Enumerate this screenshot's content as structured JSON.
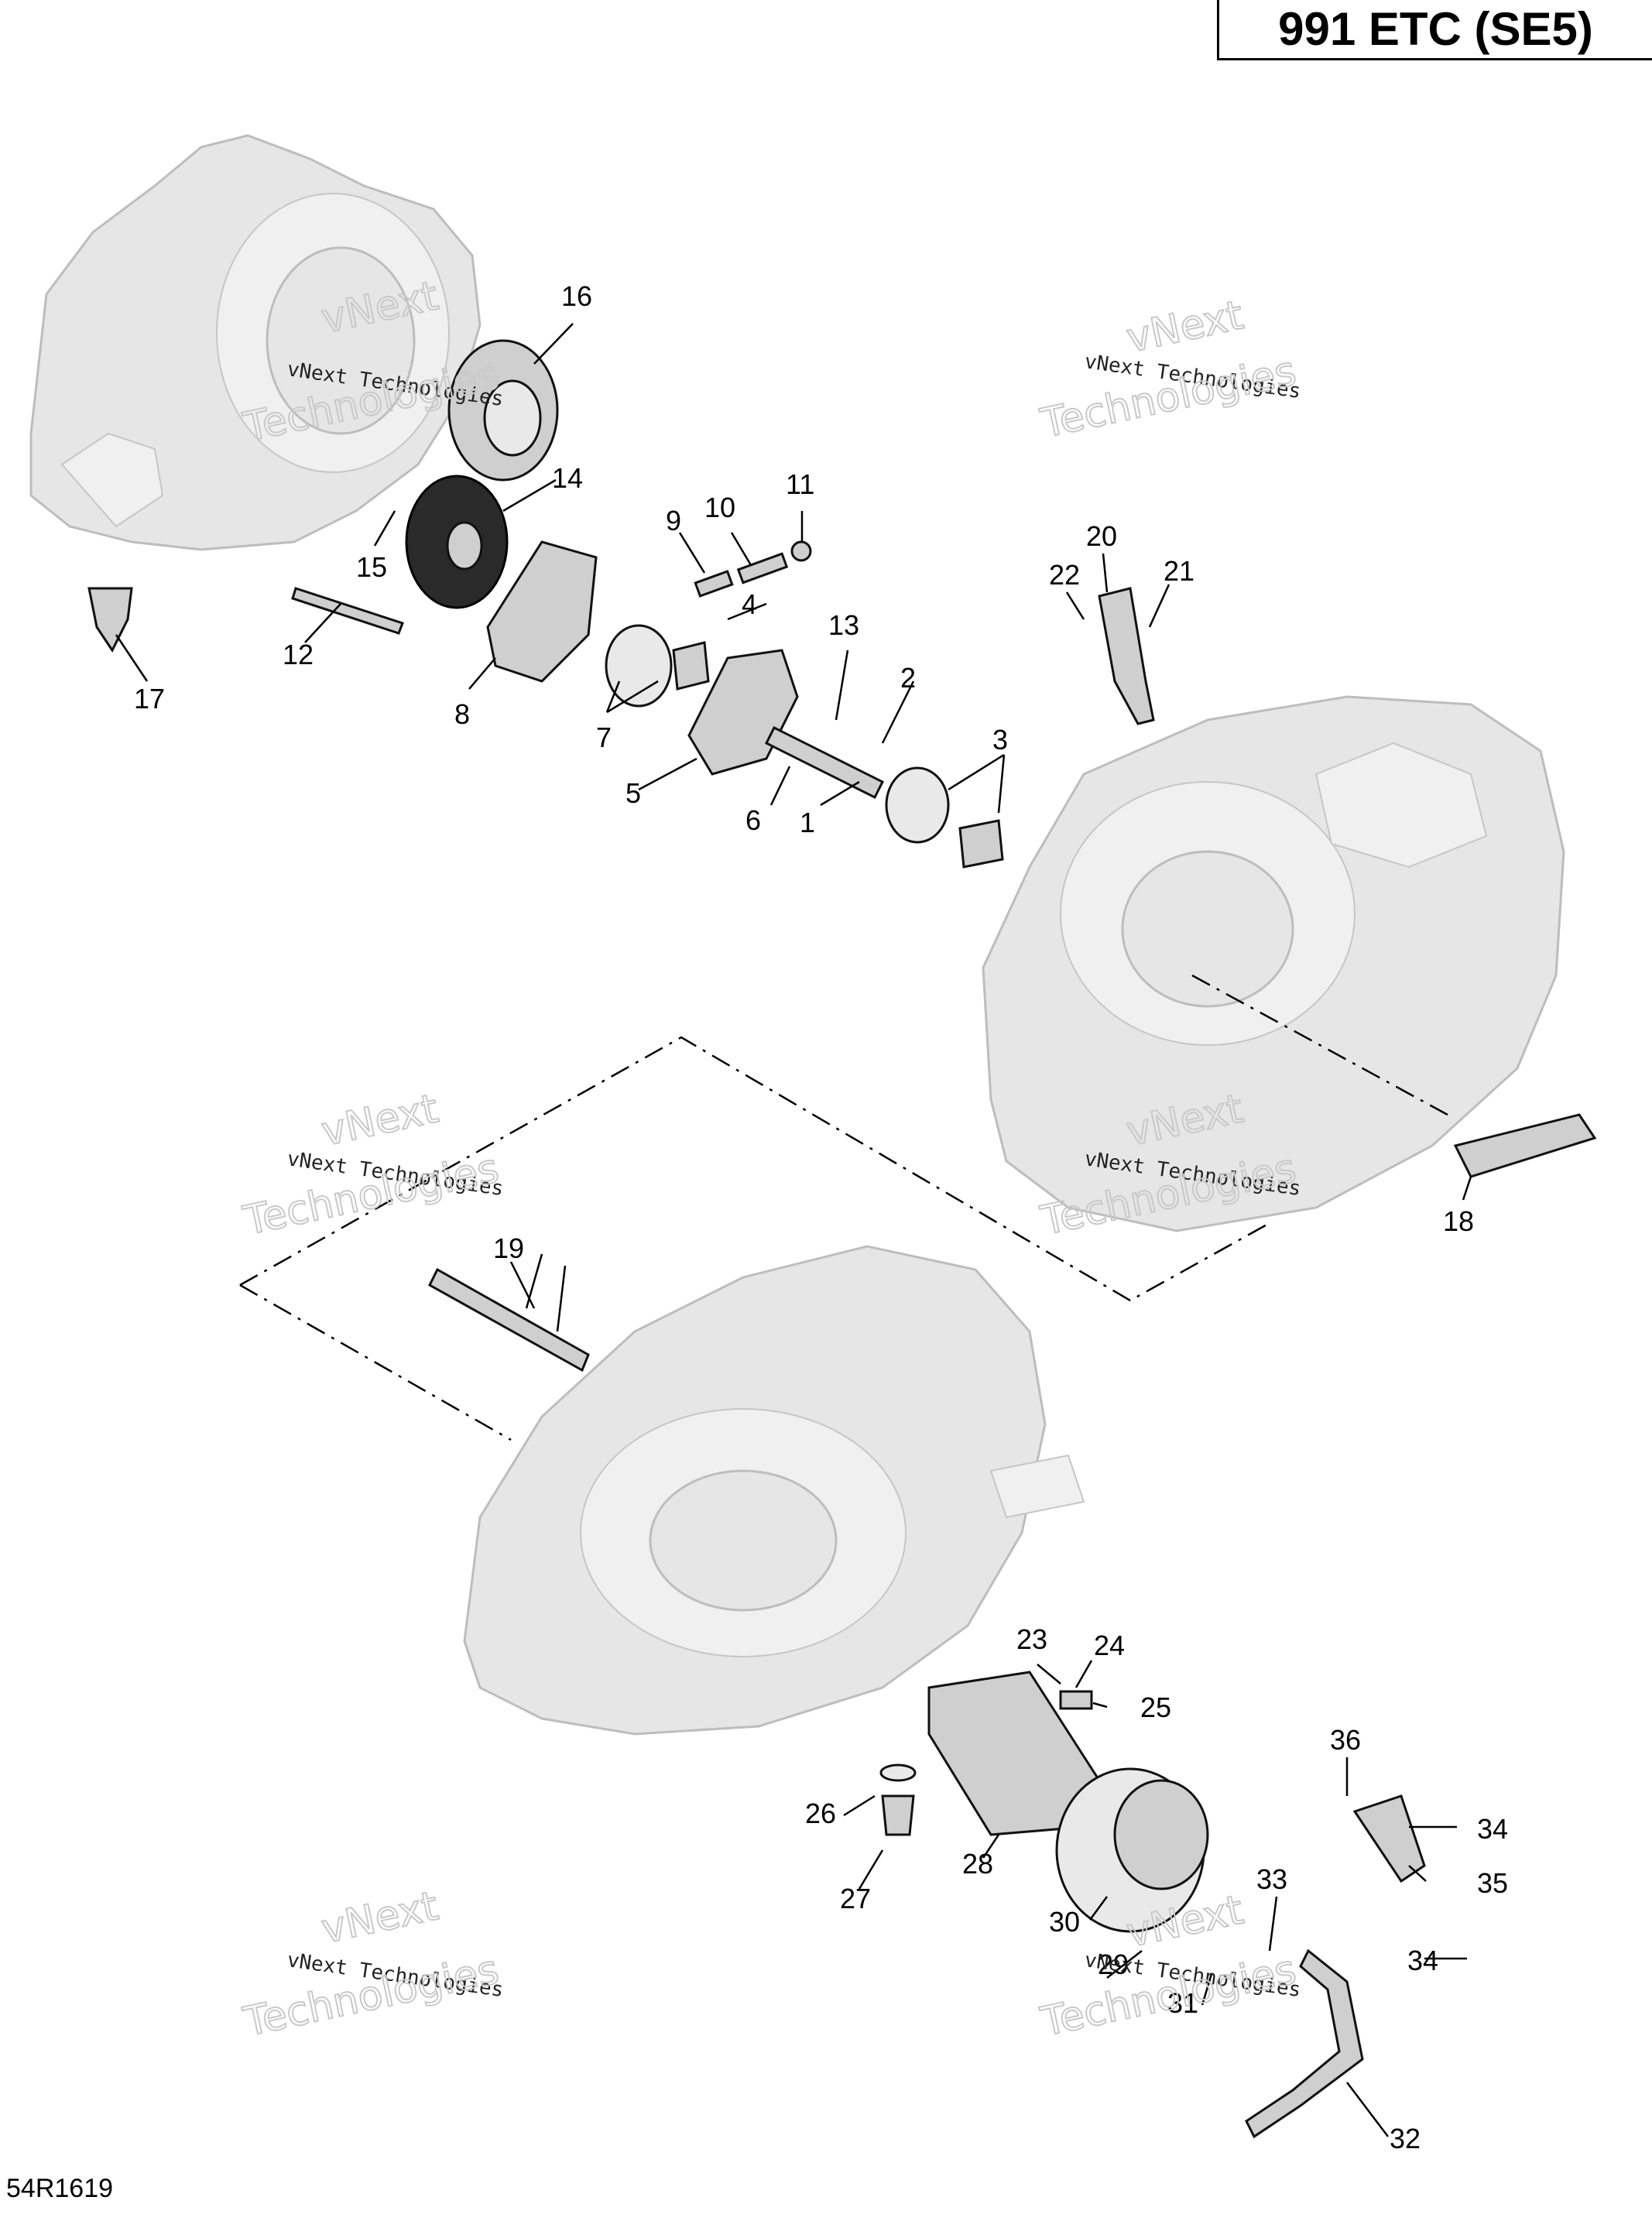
{
  "header": {
    "title": "991 ETC (SE5)"
  },
  "footer": {
    "drawing_number": "54R1619"
  },
  "watermark": {
    "line1": "vNext Technologies",
    "line2": "vNext",
    "line3": "Technologies"
  },
  "callouts": [
    "1",
    "2",
    "3",
    "4",
    "5",
    "6",
    "7",
    "8",
    "9",
    "10",
    "11",
    "12",
    "13",
    "14",
    "15",
    "16",
    "17",
    "18",
    "19",
    "20",
    "21",
    "22",
    "23",
    "24",
    "25",
    "26",
    "27",
    "28",
    "29",
    "30",
    "31",
    "32",
    "33",
    "34",
    "35",
    "36"
  ],
  "colors": {
    "line": "#000000",
    "ghost_fill": "#e6e6e6",
    "part_fill": "#cfcfcf",
    "gear_fill": "#2a2a2a"
  }
}
